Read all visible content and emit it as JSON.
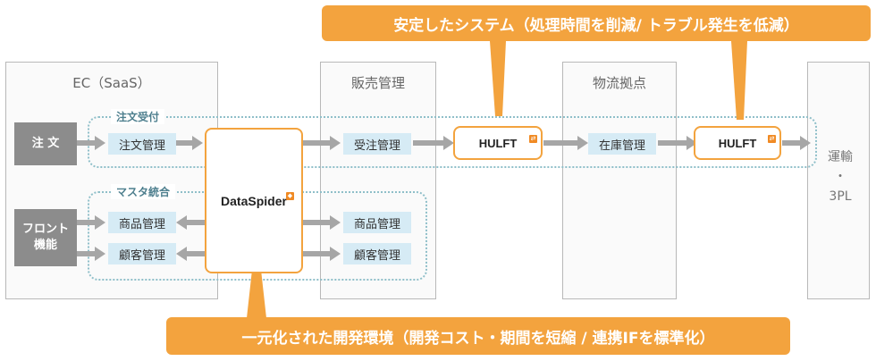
{
  "top_callout": "安定したシステム（処理時間を削減/ トラブル発生を低減）",
  "bottom_callout": "一元化された開発環境（開発コスト・期間を短縮 / 連携IFを標準化）",
  "columns": {
    "ec": "EC（SaaS）",
    "sales": "販売管理",
    "logistics": "物流拠点"
  },
  "groups": {
    "order": "注文受付",
    "master": "マスタ統合"
  },
  "left_boxes": {
    "order": "注 文",
    "front_line1": "フロント",
    "front_line2": "機能"
  },
  "ec_boxes": {
    "order_mgmt": "注文管理",
    "product_mgmt": "商品管理",
    "customer_mgmt": "顧客管理"
  },
  "center": {
    "brand": "DataSpider"
  },
  "sales_boxes": {
    "receive_order": "受注管理",
    "product_mgmt": "商品管理",
    "customer_mgmt": "顧客管理"
  },
  "hulft": {
    "brand": "HULFT"
  },
  "logistics_boxes": {
    "inventory": "在庫管理"
  },
  "right_text": {
    "line1": "運輸",
    "dot": "・",
    "line2": "3PL"
  },
  "colors": {
    "accent": "#f3a33e",
    "arrow": "#a6a6a6",
    "box_fill": "#d6ebf5",
    "dotted": "#8fbfc9",
    "gray_box": "#8c8c8c"
  }
}
